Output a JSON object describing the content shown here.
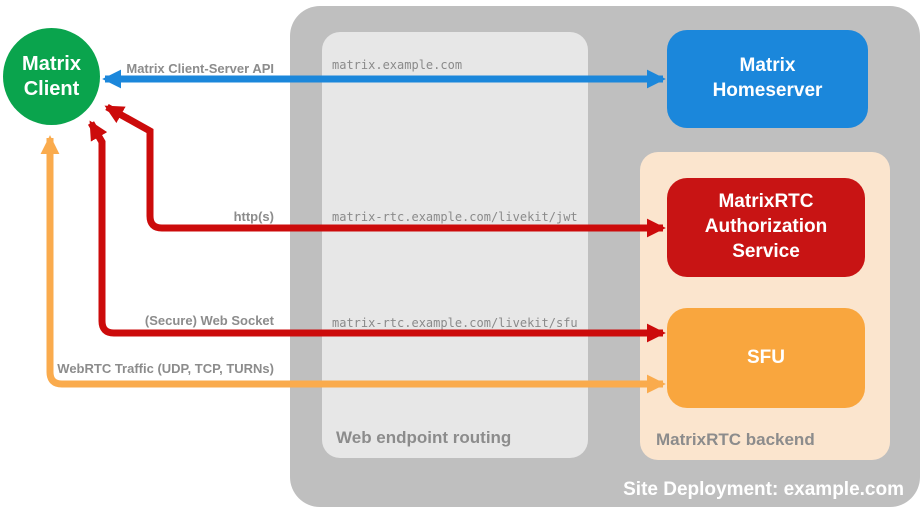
{
  "site_box": {
    "label": "Site Deployment: example.com"
  },
  "client_node": {
    "label": "Matrix Client"
  },
  "routing_box": {
    "label": "Web endpoint routing",
    "endpoints": [
      "matrix.example.com",
      "matrix-rtc.example.com/livekit/jwt",
      "matrix-rtc.example.com/livekit/sfu"
    ]
  },
  "backend_box": {
    "label": "MatrixRTC backend"
  },
  "homeserver_node": {
    "label": "Matrix Homeserver"
  },
  "auth_node": {
    "label": "MatrixRTC Authorization Service"
  },
  "sfu_node": {
    "label": "SFU"
  },
  "connections": [
    {
      "name": "matrix-client-server-api",
      "label": "Matrix Client-Server API",
      "from": "Matrix Client",
      "to": "Matrix Homeserver",
      "color": "#1B87DB",
      "bidirectional": true
    },
    {
      "name": "https",
      "label": "http(s)",
      "from": "Matrix Client",
      "to": "MatrixRTC Authorization Service",
      "color": "#CC0B0B",
      "bidirectional": true
    },
    {
      "name": "secure-web-socket",
      "label": "(Secure) Web Socket",
      "from": "Matrix Client",
      "to": "SFU",
      "color": "#CC0B0B",
      "bidirectional": true
    },
    {
      "name": "webrtc-traffic",
      "label": "WebRTC Traffic (UDP, TCP, TURNs)",
      "from": "Matrix Client",
      "to": "SFU",
      "color": "#FAAB4D",
      "bidirectional": true
    }
  ],
  "colors": {
    "client_green": "#0AA44D",
    "homeserver_blue": "#1B87DB",
    "auth_red": "#C81414",
    "sfu_orange": "#F9A63E",
    "backend_peach": "#FBE5CE",
    "site_gray": "#BFBFBF",
    "routing_gray": "#E7E7E7",
    "label_gray": "#8C8C8C",
    "endpoint_gray": "#8A8A8A",
    "node_text_white": "#FFFFFF"
  }
}
